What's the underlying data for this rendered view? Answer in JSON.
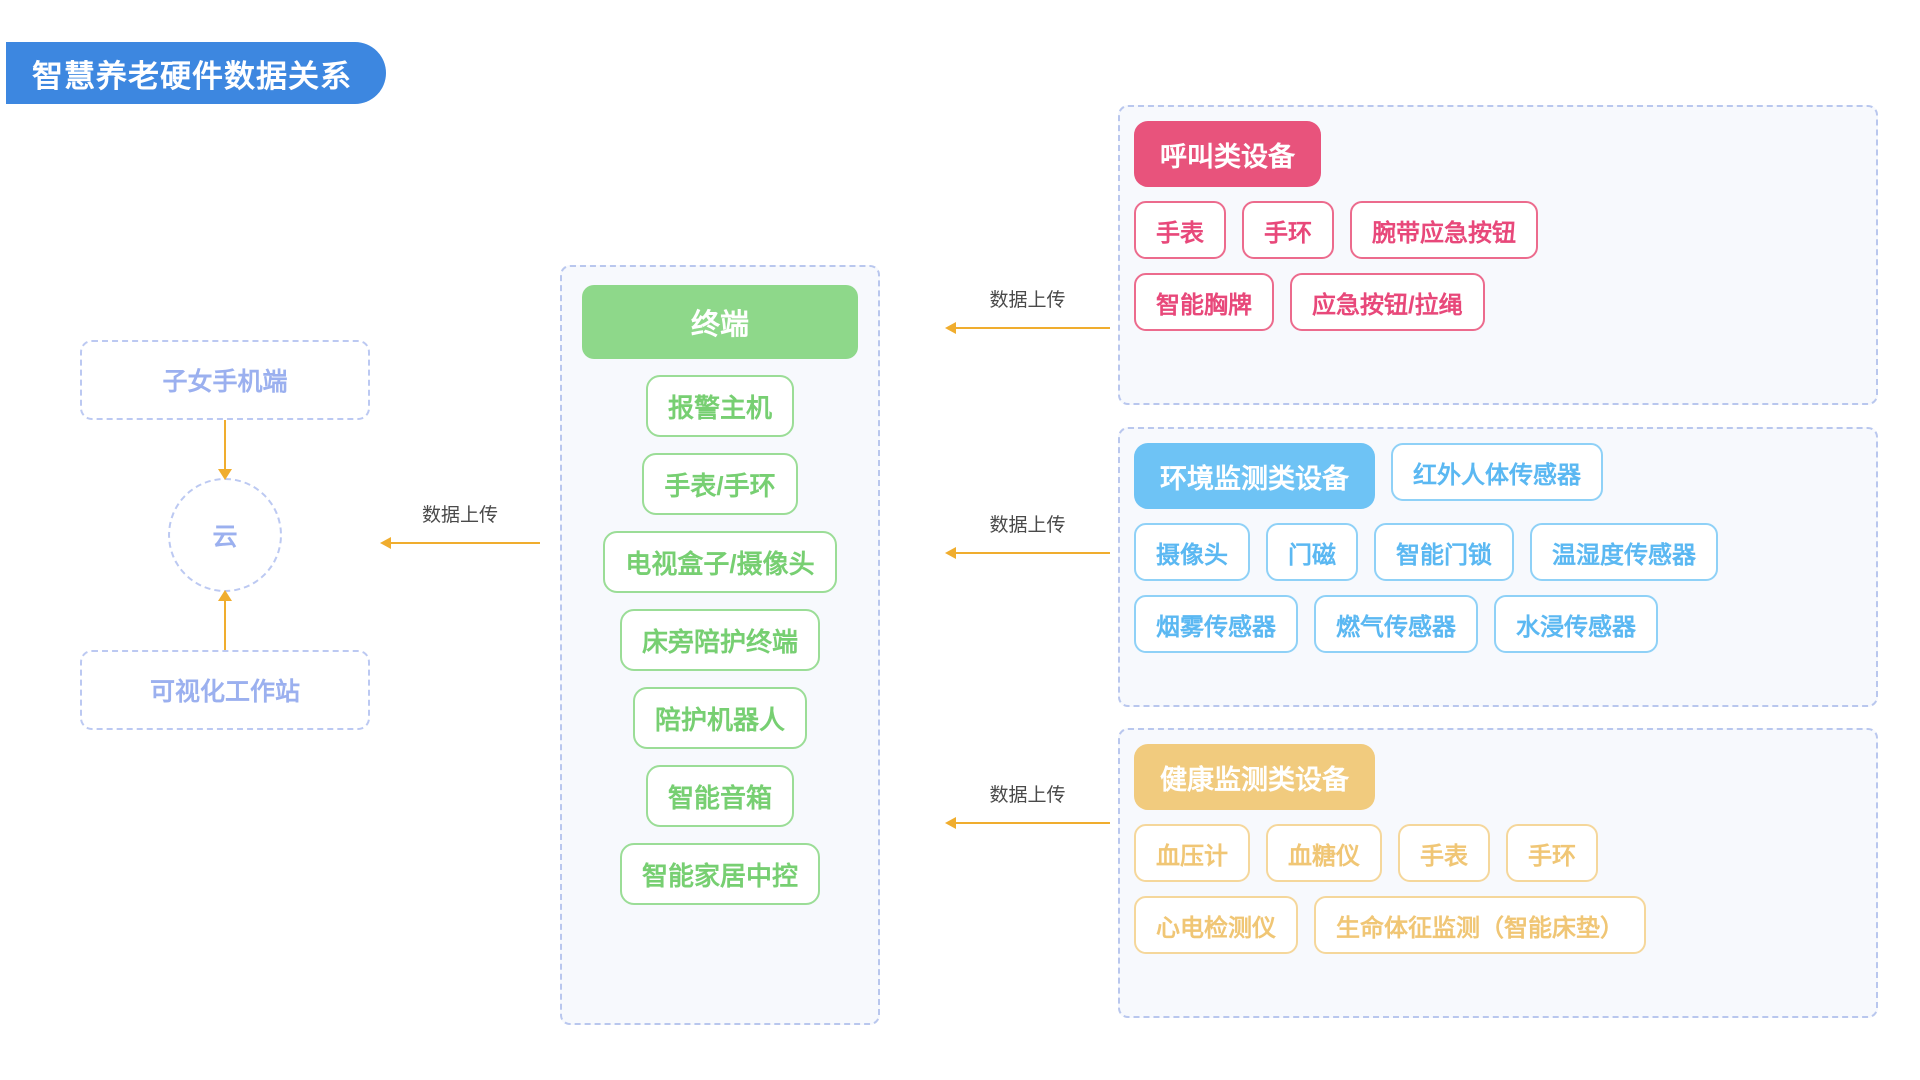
{
  "title": "智慧养老硬件数据关系",
  "left_column": {
    "child_app_label": "子女手机端",
    "cloud_label": "云",
    "workstation_label": "可视化工作站"
  },
  "arrows": {
    "upload_label": "数据上传",
    "to_cloud_from_terminal": "数据上传",
    "to_terminal_from_call": "数据上传",
    "to_terminal_from_env": "数据上传",
    "to_terminal_from_health": "数据上传"
  },
  "terminal_group": {
    "header": "终端",
    "accent": "#8ed88a",
    "items": [
      "报警主机",
      "手表/手环",
      "电视盒子/摄像头",
      "床旁陪护终端",
      "陪护机器人",
      "智能音箱",
      "智能家居中控"
    ]
  },
  "device_groups": [
    {
      "id": "call",
      "header": "呼叫类设备",
      "accent": "#e8537c",
      "rows": [
        {
          "inline_header": true,
          "items": []
        },
        {
          "items": [
            "手表",
            "手环",
            "腕带应急按钮"
          ]
        },
        {
          "items": [
            "智能胸牌",
            "应急按钮/拉绳"
          ]
        }
      ]
    },
    {
      "id": "env",
      "header": "环境监测类设备",
      "accent": "#6ec3f5",
      "rows": [
        {
          "inline_header": true,
          "items": [
            "红外人体传感器"
          ]
        },
        {
          "items": [
            "摄像头",
            "门磁",
            "智能门锁",
            "温湿度传感器"
          ]
        },
        {
          "items": [
            "烟雾传感器",
            "燃气传感器",
            "水浸传感器"
          ]
        }
      ]
    },
    {
      "id": "health",
      "header": "健康监测类设备",
      "accent": "#f1cb7e",
      "rows": [
        {
          "inline_header": true,
          "items": []
        },
        {
          "items": [
            "血压计",
            "血糖仪",
            "手表",
            "手环"
          ]
        },
        {
          "items": [
            "心电检测仪",
            "生命体征监测（智能床垫）"
          ]
        }
      ]
    }
  ]
}
